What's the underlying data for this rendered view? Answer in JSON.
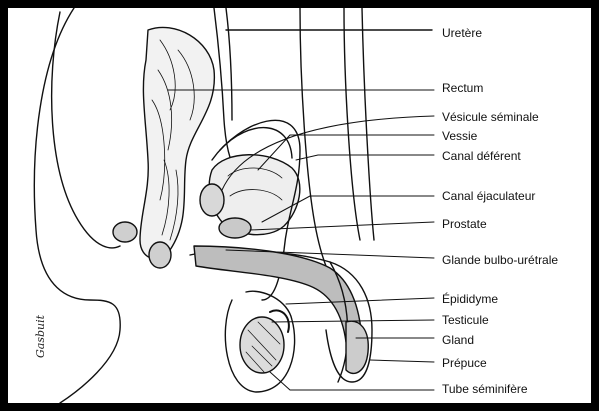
{
  "labels": {
    "uretere": "Uretère",
    "rectum": "Rectum",
    "vesicule": "Vésicule séminale",
    "vessie": "Vessie",
    "canal_deferent": "Canal déférent",
    "canal_ejac": "Canal éjaculateur",
    "prostate": "Prostate",
    "glande": "Glande bulbo-urétrale",
    "epididyme": "Épididyme",
    "testicule": "Testicule",
    "gland": "Gland",
    "prepuce": "Prépuce",
    "tube": "Tube séminifère"
  },
  "signature": "Gasbuit",
  "colors": {
    "frame": "#000000",
    "panel": "#ffffff",
    "ink": "#111111",
    "tissue": "#bdbdbd"
  }
}
